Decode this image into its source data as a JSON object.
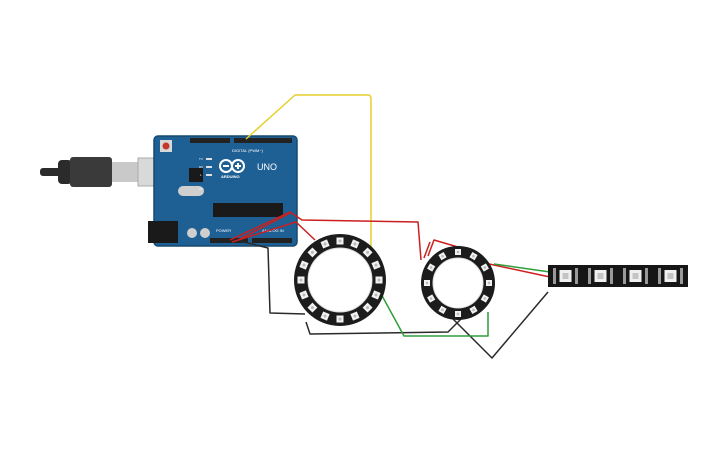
{
  "board": {
    "model_label": "UNO",
    "brand_label": "ARDUINO",
    "digital_label": "DIGITAL (PWM~)",
    "power_label": "POWER",
    "analog_label": "ANALOG IN",
    "led_labels": [
      "TX",
      "RX",
      "L",
      "ON"
    ],
    "color": "#1e5f94"
  },
  "wires": {
    "colors": {
      "yellow": "#e6cf2b",
      "red": "#cc1f1f",
      "black": "#2a2a2a",
      "green": "#2e9e3a"
    }
  },
  "rings": [
    {
      "pixels": 16
    },
    {
      "pixels": 12
    }
  ],
  "strip": {
    "pixels": 4
  }
}
